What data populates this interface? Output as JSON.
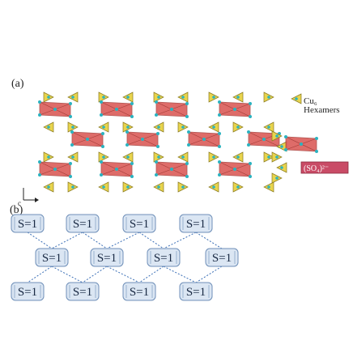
{
  "panel_a": {
    "label": "(a)",
    "legend": {
      "cu_label": "Cu₆",
      "hexamer_label": "Hexamers",
      "sulfate_label": "(SO₄)²⁻"
    },
    "axis_arrow_label": "c"
  },
  "panel_b": {
    "label": "(b)",
    "rows": [
      [
        "S=1",
        "S=1",
        "S=1",
        "S=1"
      ],
      [
        "S=1",
        "S=1",
        "S=1",
        "S=1"
      ],
      [
        "S=1",
        "S=1",
        "S=1",
        "S=1"
      ]
    ]
  },
  "colors": {
    "octahedron": "#d9534f",
    "octahedron_edge": "#a23a36",
    "sulfate": "#e8d44d",
    "cu_atom": "#2bb3c0",
    "bond_dotted": "#3b6fb6",
    "box_fill": "#dbe6f3",
    "box_edge": "#6f8fb8"
  }
}
